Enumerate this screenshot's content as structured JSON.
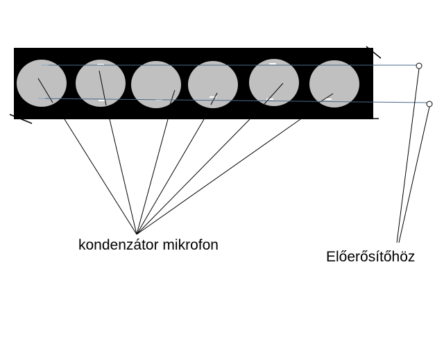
{
  "labels": {
    "microphones": "kondenzátor mikrofon",
    "preamp": "Előerősítőhöz"
  },
  "colors": {
    "background": "#ffffff",
    "board": "#000000",
    "capsule": "#c0c0c0",
    "wire": "#4a6a8a",
    "line": "#000000"
  },
  "microphone_count": 6
}
